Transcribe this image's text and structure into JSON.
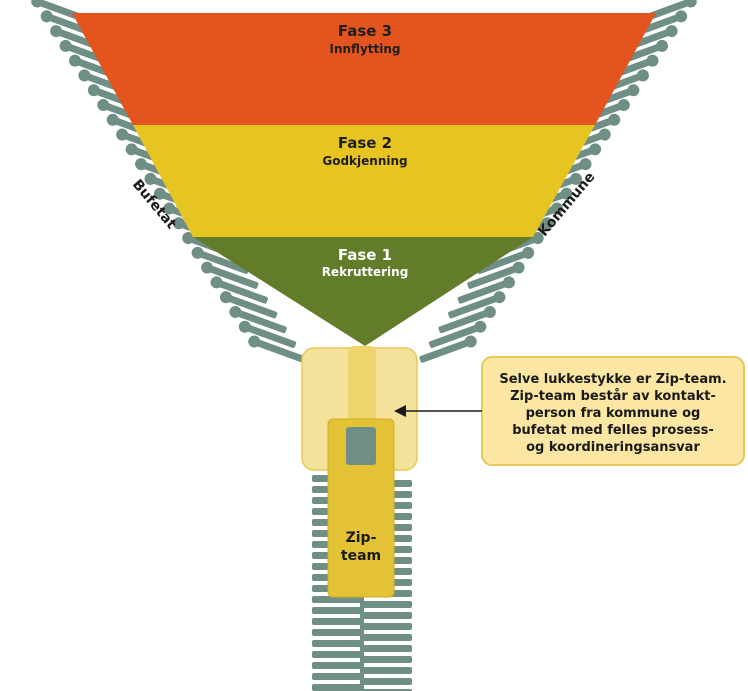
{
  "phases": [
    {
      "title": "Fase 3",
      "subtitle": "Innflytting",
      "color": "#e3541f"
    },
    {
      "title": "Fase 2",
      "subtitle": "Godkjenning",
      "color": "#e6c422"
    },
    {
      "title": "Fase 1",
      "subtitle": "Rekruttering",
      "color": "#637c2a"
    }
  ],
  "left_side_label": "Bufetat",
  "right_side_label": "Kommune",
  "pull_tab_label": [
    "Zip-",
    "team"
  ],
  "callout_lines": [
    "Selve lukkestykke er Zip-team.",
    "Zip-team består av kontakt-",
    "person fra kommune og",
    "bufetat med felles prosess-",
    "og koordineringsansvar"
  ],
  "colors": {
    "teeth": "#6f8f86",
    "slider_light": "#f5e29a",
    "slider_mid": "#efd36b",
    "pull_tab": "#e3c235",
    "callout_fill": "#fbe7a3",
    "callout_border": "#e8c85a"
  }
}
